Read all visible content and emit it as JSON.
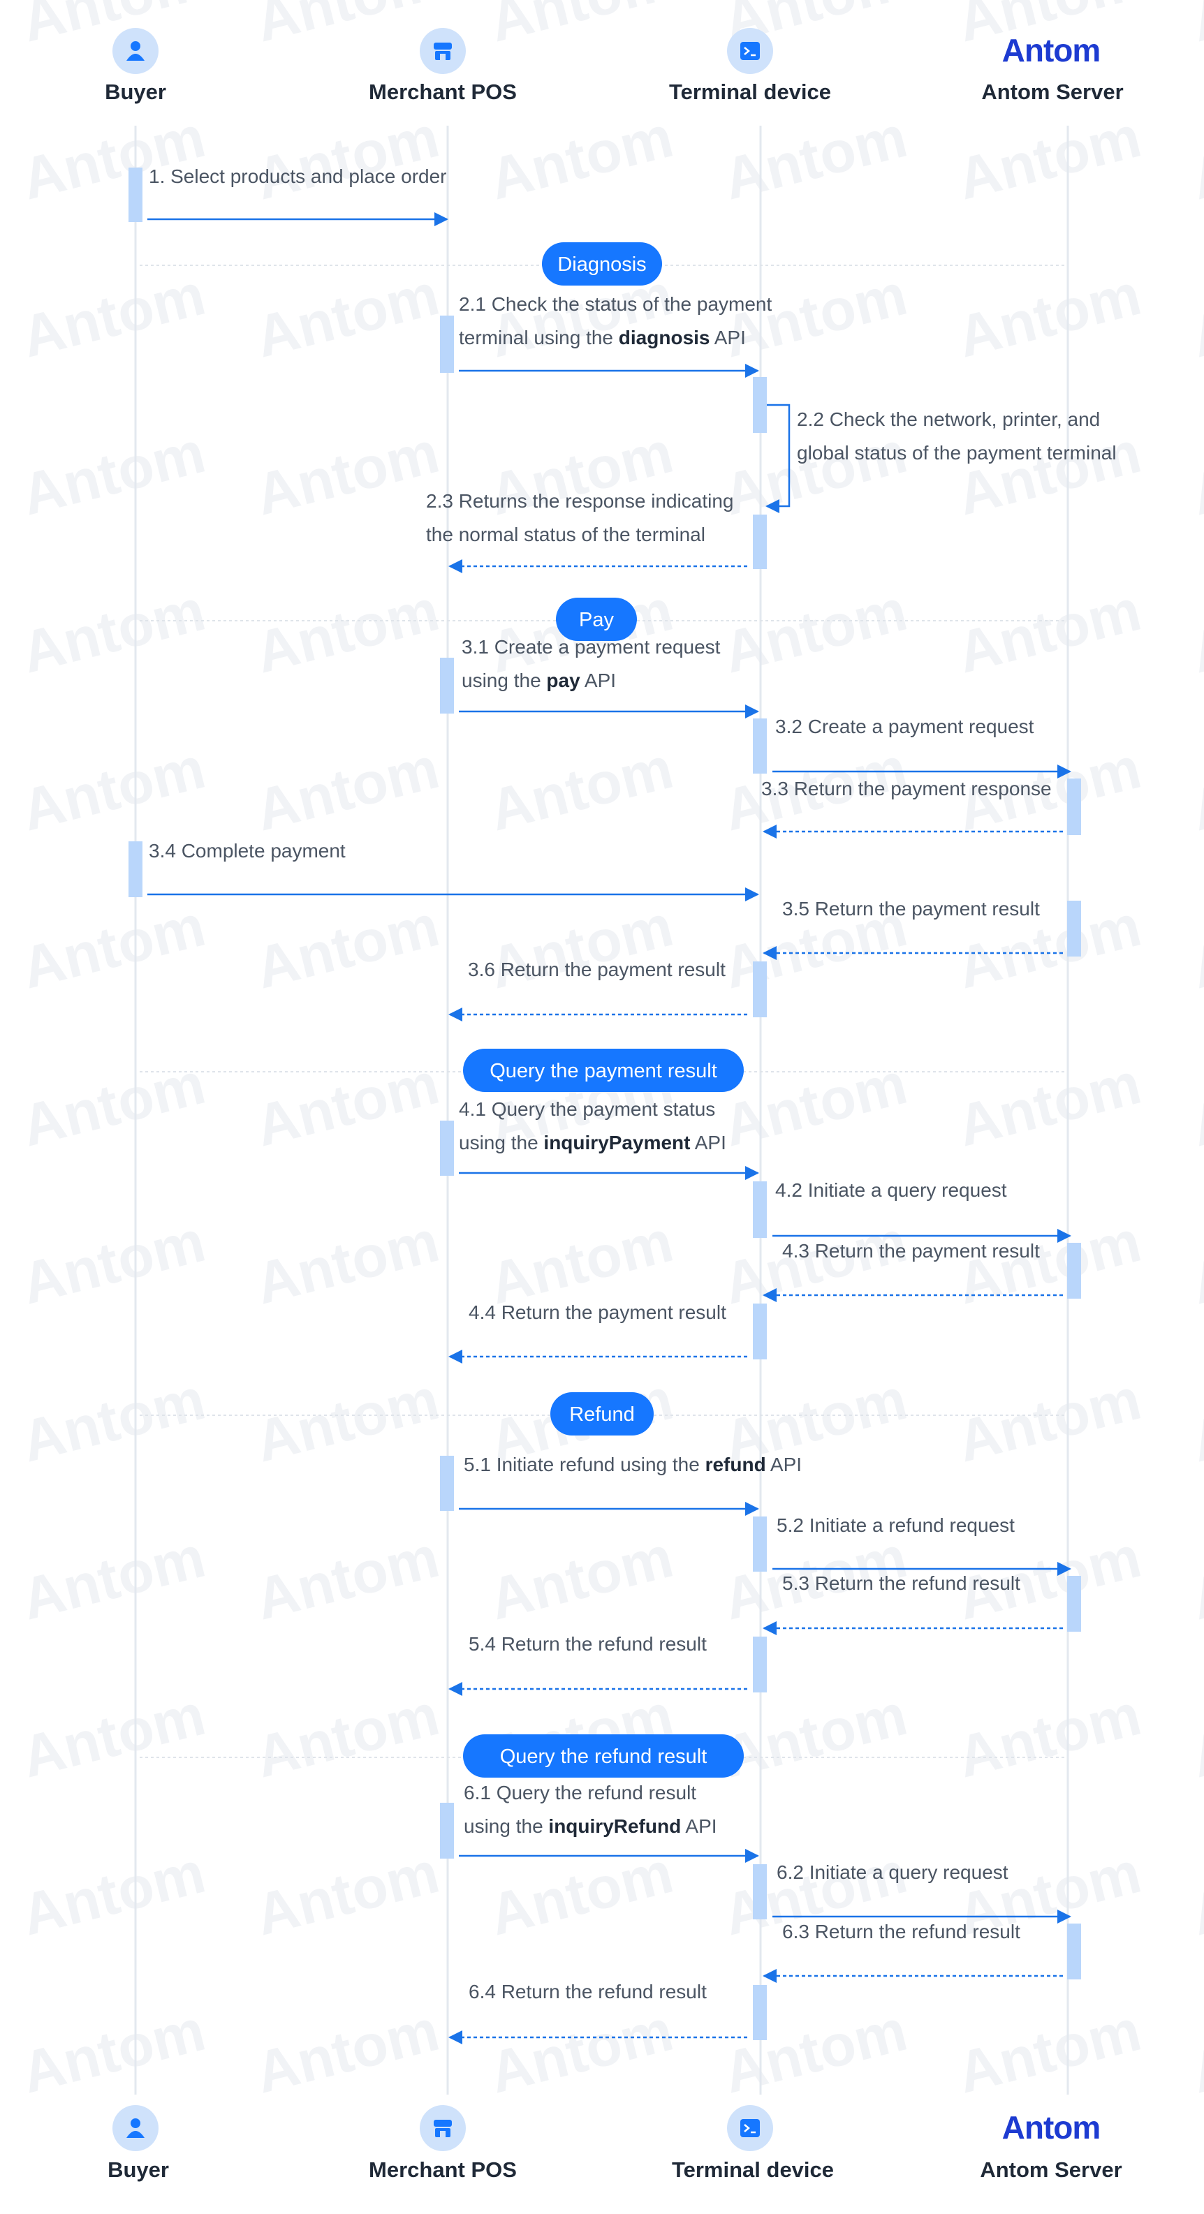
{
  "brand": {
    "logo_text": "Antom",
    "watermark_text": "Antom"
  },
  "colors": {
    "primary": "#1677ff",
    "arrow": "#1a73e8",
    "activation": "#b9d6fb",
    "icon_circle": "#cfe2fb",
    "lifeline": "#e3e8ef",
    "divider": "#dfe4ea",
    "text": "#4b5563",
    "title": "#1f2937",
    "logo": "#1d3bd1",
    "watermark": "#f1f3f6"
  },
  "participants": [
    {
      "id": "buyer",
      "name": "Buyer",
      "icon": "user-icon"
    },
    {
      "id": "pos",
      "name": "Merchant POS",
      "icon": "store-icon"
    },
    {
      "id": "terminal",
      "name": "Terminal device",
      "icon": "terminal-icon"
    },
    {
      "id": "server",
      "name": "Antom Server",
      "icon": "antom-logo"
    }
  ],
  "sections": [
    {
      "id": "diagnosis",
      "label": "Diagnosis"
    },
    {
      "id": "pay",
      "label": "Pay"
    },
    {
      "id": "query-payment",
      "label": "Query the payment result"
    },
    {
      "id": "refund",
      "label": "Refund"
    },
    {
      "id": "query-refund",
      "label": "Query the refund result"
    }
  ],
  "messages": [
    {
      "id": "m1",
      "from": "buyer",
      "to": "pos",
      "style": "solid",
      "lines": [
        [
          {
            "t": "1. Select products and place order"
          }
        ]
      ]
    },
    {
      "id": "m2-1",
      "from": "pos",
      "to": "terminal",
      "style": "solid",
      "lines": [
        [
          {
            "t": "2.1 Check the status of the payment"
          }
        ],
        [
          {
            "t": "terminal using the "
          },
          {
            "t": "diagnosis",
            "b": true
          },
          {
            "t": " API"
          }
        ]
      ]
    },
    {
      "id": "m2-2",
      "from": "terminal",
      "to": "terminal",
      "style": "self",
      "lines": [
        [
          {
            "t": "2.2 Check the network, printer, and"
          }
        ],
        [
          {
            "t": "global status of the payment terminal"
          }
        ]
      ]
    },
    {
      "id": "m2-3",
      "from": "terminal",
      "to": "pos",
      "style": "dashed",
      "lines": [
        [
          {
            "t": "2.3 Returns the response indicating"
          }
        ],
        [
          {
            "t": "the normal status of the terminal"
          }
        ]
      ]
    },
    {
      "id": "m3-1",
      "from": "pos",
      "to": "terminal",
      "style": "solid",
      "lines": [
        [
          {
            "t": "3.1 Create a payment request"
          }
        ],
        [
          {
            "t": "using the "
          },
          {
            "t": "pay",
            "b": true
          },
          {
            "t": " API"
          }
        ]
      ]
    },
    {
      "id": "m3-2",
      "from": "terminal",
      "to": "server",
      "style": "solid",
      "lines": [
        [
          {
            "t": "3.2 Create a payment request"
          }
        ]
      ]
    },
    {
      "id": "m3-3",
      "from": "server",
      "to": "terminal",
      "style": "dashed",
      "lines": [
        [
          {
            "t": "3.3 Return the payment response"
          }
        ]
      ]
    },
    {
      "id": "m3-4",
      "from": "buyer",
      "to": "terminal",
      "style": "solid",
      "lines": [
        [
          {
            "t": "3.4 Complete payment"
          }
        ]
      ]
    },
    {
      "id": "m3-5",
      "from": "server",
      "to": "terminal",
      "style": "dashed",
      "lines": [
        [
          {
            "t": "3.5 Return the payment result"
          }
        ]
      ]
    },
    {
      "id": "m3-6",
      "from": "terminal",
      "to": "pos",
      "style": "dashed",
      "lines": [
        [
          {
            "t": "3.6 Return the payment result"
          }
        ]
      ]
    },
    {
      "id": "m4-1",
      "from": "pos",
      "to": "terminal",
      "style": "solid",
      "lines": [
        [
          {
            "t": "4.1 Query the payment status"
          }
        ],
        [
          {
            "t": "using the "
          },
          {
            "t": "inquiryPayment",
            "b": true
          },
          {
            "t": " API"
          }
        ]
      ]
    },
    {
      "id": "m4-2",
      "from": "terminal",
      "to": "server",
      "style": "solid",
      "lines": [
        [
          {
            "t": "4.2 Initiate a query request"
          }
        ]
      ]
    },
    {
      "id": "m4-3",
      "from": "server",
      "to": "terminal",
      "style": "dashed",
      "lines": [
        [
          {
            "t": "4.3 Return the payment result"
          }
        ]
      ]
    },
    {
      "id": "m4-4",
      "from": "terminal",
      "to": "pos",
      "style": "dashed",
      "lines": [
        [
          {
            "t": "4.4 Return the payment result"
          }
        ]
      ]
    },
    {
      "id": "m5-1",
      "from": "pos",
      "to": "terminal",
      "style": "solid",
      "lines": [
        [
          {
            "t": "5.1 Initiate refund using the "
          },
          {
            "t": "refund",
            "b": true
          },
          {
            "t": " API"
          }
        ]
      ]
    },
    {
      "id": "m5-2",
      "from": "terminal",
      "to": "server",
      "style": "solid",
      "lines": [
        [
          {
            "t": "5.2 Initiate a refund request"
          }
        ]
      ]
    },
    {
      "id": "m5-3",
      "from": "server",
      "to": "terminal",
      "style": "dashed",
      "lines": [
        [
          {
            "t": "5.3 Return the refund result"
          }
        ]
      ]
    },
    {
      "id": "m5-4",
      "from": "terminal",
      "to": "pos",
      "style": "dashed",
      "lines": [
        [
          {
            "t": "5.4 Return the refund result"
          }
        ]
      ]
    },
    {
      "id": "m6-1",
      "from": "pos",
      "to": "terminal",
      "style": "solid",
      "lines": [
        [
          {
            "t": "6.1 Query the refund result"
          }
        ],
        [
          {
            "t": "using the "
          },
          {
            "t": "inquiryRefund",
            "b": true
          },
          {
            "t": " API"
          }
        ]
      ]
    },
    {
      "id": "m6-2",
      "from": "terminal",
      "to": "server",
      "style": "solid",
      "lines": [
        [
          {
            "t": "6.2 Initiate a query request"
          }
        ]
      ]
    },
    {
      "id": "m6-3",
      "from": "server",
      "to": "terminal",
      "style": "dashed",
      "lines": [
        [
          {
            "t": "6.3 Return the refund result"
          }
        ]
      ]
    },
    {
      "id": "m6-4",
      "from": "terminal",
      "to": "pos",
      "style": "dashed",
      "lines": [
        [
          {
            "t": "6.4 Return the refund result"
          }
        ]
      ]
    }
  ]
}
